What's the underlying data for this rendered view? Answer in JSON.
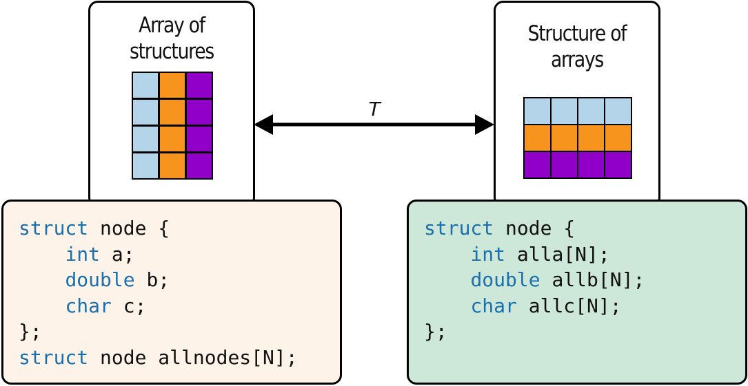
{
  "left": {
    "title_line1": "Array of",
    "title_line2": "structures",
    "grid_rows": 4,
    "grid_cols": 3,
    "grid_orientation": "columns",
    "code_lines": [
      [
        {
          "text": "struct",
          "kw": true
        },
        {
          "text": " node {",
          "kw": false
        }
      ],
      [
        {
          "text": "    ",
          "kw": false
        },
        {
          "text": "int",
          "kw": true
        },
        {
          "text": " a;",
          "kw": false
        }
      ],
      [
        {
          "text": "    ",
          "kw": false
        },
        {
          "text": "double",
          "kw": true
        },
        {
          "text": " b;",
          "kw": false
        }
      ],
      [
        {
          "text": "    ",
          "kw": false
        },
        {
          "text": "char",
          "kw": true
        },
        {
          "text": " c;",
          "kw": false
        }
      ],
      [
        {
          "text": "};",
          "kw": false
        }
      ],
      [
        {
          "text": "struct",
          "kw": true
        },
        {
          "text": " node allnodes[N];",
          "kw": false
        }
      ]
    ],
    "code_background": "#fdf3e8"
  },
  "right": {
    "title_line1": "Structure of",
    "title_line2": "arrays",
    "grid_rows": 3,
    "grid_cols": 4,
    "grid_orientation": "rows",
    "code_lines": [
      [
        {
          "text": "struct",
          "kw": true
        },
        {
          "text": " node {",
          "kw": false
        }
      ],
      [
        {
          "text": "    ",
          "kw": false
        },
        {
          "text": "int",
          "kw": true
        },
        {
          "text": " alla[N];",
          "kw": false
        }
      ],
      [
        {
          "text": "    ",
          "kw": false
        },
        {
          "text": "double",
          "kw": true
        },
        {
          "text": " allb[N];",
          "kw": false
        }
      ],
      [
        {
          "text": "    ",
          "kw": false
        },
        {
          "text": "char",
          "kw": true
        },
        {
          "text": " allc[N];",
          "kw": false
        }
      ],
      [
        {
          "text": "};",
          "kw": false
        }
      ]
    ],
    "code_background": "#cde8d9"
  },
  "transform_label": "T",
  "colors": {
    "field_a": "#b4d4ea",
    "field_b": "#f7941d",
    "field_c": "#9100c9",
    "keyword": "#1a6fad"
  }
}
